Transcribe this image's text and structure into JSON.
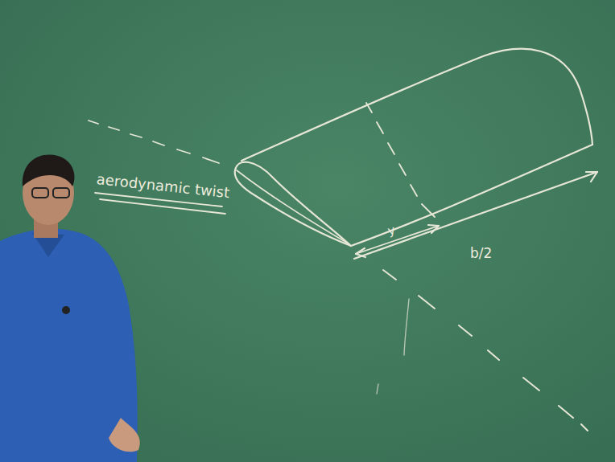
{
  "diagram": {
    "labels": [
      "aerodynamic twist",
      "y",
      "b/2"
    ]
  }
}
